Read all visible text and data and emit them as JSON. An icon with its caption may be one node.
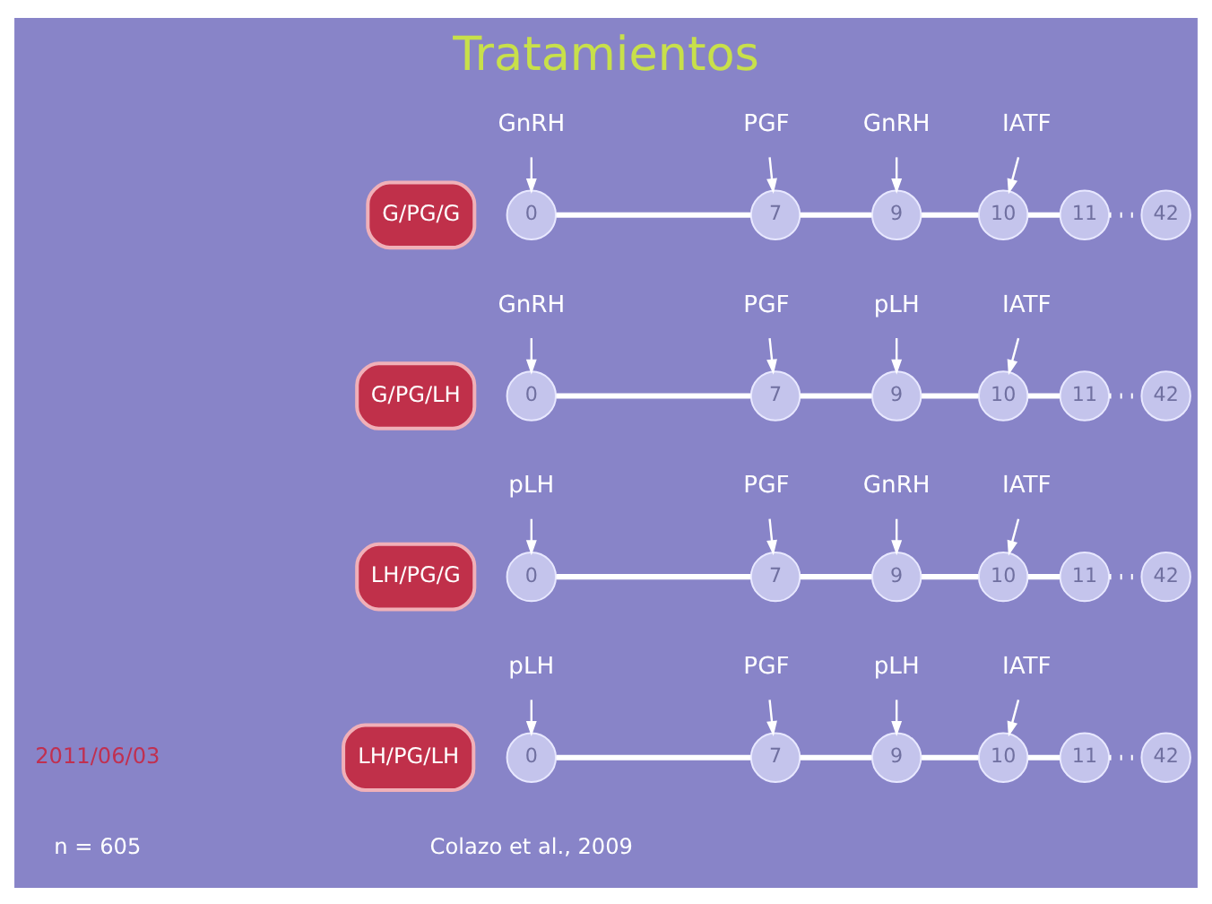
{
  "diagram": {
    "title": "Tratamientos",
    "nodes": [
      {
        "text": [
          "GnRH"
        ]
      },
      {
        "text": [
          "PGF"
        ]
      },
      {
        "text": [
          "GnRH"
        ]
      },
      {
        "text": [
          "IATF"
        ]
      },
      {
        "text": [
          "G/PG/G"
        ]
      },
      {
        "text": [
          "0"
        ]
      },
      {
        "text": [
          "7"
        ]
      },
      {
        "text": [
          "9"
        ]
      },
      {
        "text": [
          "10"
        ]
      },
      {
        "text": [
          "11"
        ]
      },
      {
        "text": [
          "42"
        ]
      },
      {
        "text": [
          "GnRH"
        ]
      },
      {
        "text": [
          "PGF"
        ]
      },
      {
        "text": [
          "pLH"
        ]
      },
      {
        "text": [
          "IATF"
        ]
      },
      {
        "text": [
          "G/PG/LH"
        ]
      },
      {
        "text": [
          "0"
        ]
      },
      {
        "text": [
          "7"
        ]
      },
      {
        "text": [
          "9"
        ]
      },
      {
        "text": [
          "10"
        ]
      },
      {
        "text": [
          "11"
        ]
      },
      {
        "text": [
          "42"
        ]
      },
      {
        "text": [
          "pLH"
        ]
      },
      {
        "text": [
          "PGF"
        ]
      },
      {
        "text": [
          "GnRH"
        ]
      },
      {
        "text": [
          "IATF"
        ]
      },
      {
        "text": [
          "LH/PG/G"
        ]
      },
      {
        "text": [
          "0"
        ]
      },
      {
        "text": [
          "7"
        ]
      },
      {
        "text": [
          "9"
        ]
      },
      {
        "text": [
          "10"
        ]
      },
      {
        "text": [
          "11"
        ]
      },
      {
        "text": [
          "42"
        ]
      },
      {
        "text": [
          "pLH"
        ]
      },
      {
        "text": [
          "PGF"
        ]
      },
      {
        "text": [
          "pLH"
        ]
      },
      {
        "text": [
          "IATF"
        ]
      },
      {
        "text": [
          "LH/PG/LH"
        ]
      },
      {
        "text": [
          "0"
        ]
      },
      {
        "text": [
          "7"
        ]
      },
      {
        "text": [
          "9"
        ]
      },
      {
        "text": [
          "10"
        ]
      },
      {
        "text": [
          "11"
        ]
      },
      {
        "text": [
          "42"
        ]
      }
    ],
    "edges": [
      {
        "from": 0,
        "to": 5,
        "arrow": "to"
      },
      {
        "from": 1,
        "to": 6,
        "arrow": "to"
      },
      {
        "from": 2,
        "to": 7,
        "arrow": "to"
      },
      {
        "from": 3,
        "to": 8,
        "arrow": "to"
      },
      {
        "from": 5,
        "to": 6,
        "arrow": "none"
      },
      {
        "from": 6,
        "to": 7,
        "arrow": "none"
      },
      {
        "from": 7,
        "to": 8,
        "arrow": "none"
      },
      {
        "from": 8,
        "to": 9,
        "arrow": "none"
      },
      {
        "from": 9,
        "to": 10,
        "arrow": "none",
        "style": "dashed"
      },
      {
        "from": 11,
        "to": 16,
        "arrow": "to"
      },
      {
        "from": 12,
        "to": 17,
        "arrow": "to"
      },
      {
        "from": 13,
        "to": 18,
        "arrow": "to"
      },
      {
        "from": 14,
        "to": 19,
        "arrow": "to"
      },
      {
        "from": 16,
        "to": 17,
        "arrow": "none"
      },
      {
        "from": 17,
        "to": 18,
        "arrow": "none"
      },
      {
        "from": 18,
        "to": 19,
        "arrow": "none"
      },
      {
        "from": 19,
        "to": 20,
        "arrow": "none"
      },
      {
        "from": 20,
        "to": 21,
        "arrow": "none",
        "style": "dashed"
      },
      {
        "from": 22,
        "to": 27,
        "arrow": "to"
      },
      {
        "from": 23,
        "to": 28,
        "arrow": "to"
      },
      {
        "from": 24,
        "to": 29,
        "arrow": "to"
      },
      {
        "from": 25,
        "to": 30,
        "arrow": "to"
      },
      {
        "from": 27,
        "to": 28,
        "arrow": "none"
      },
      {
        "from": 28,
        "to": 29,
        "arrow": "none"
      },
      {
        "from": 29,
        "to": 30,
        "arrow": "none"
      },
      {
        "from": 30,
        "to": 31,
        "arrow": "none"
      },
      {
        "from": 31,
        "to": 32,
        "arrow": "none",
        "style": "dashed"
      },
      {
        "from": 33,
        "to": 38,
        "arrow": "to"
      },
      {
        "from": 34,
        "to": 39,
        "arrow": "to"
      },
      {
        "from": 35,
        "to": 40,
        "arrow": "to"
      },
      {
        "from": 36,
        "to": 41,
        "arrow": "to"
      },
      {
        "from": 38,
        "to": 39,
        "arrow": "none"
      },
      {
        "from": 39,
        "to": 40,
        "arrow": "none"
      },
      {
        "from": 40,
        "to": 41,
        "arrow": "none"
      },
      {
        "from": 41,
        "to": 42,
        "arrow": "none"
      },
      {
        "from": 42,
        "to": 43,
        "arrow": "none",
        "style": "dashed"
      }
    ],
    "labels": [
      "2011/06/03",
      "n = 605",
      "Colazo et al., 2009"
    ]
  }
}
